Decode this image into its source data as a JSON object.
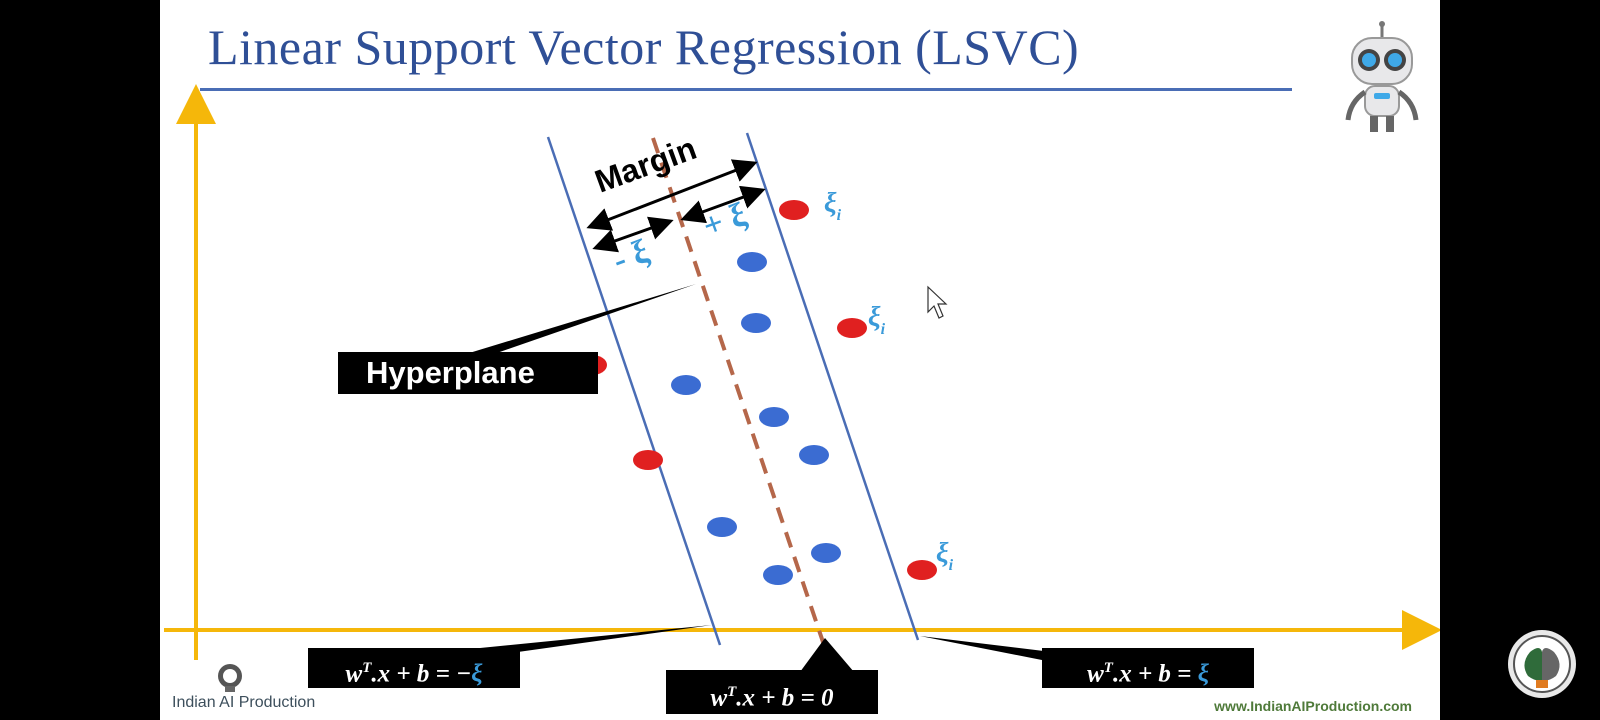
{
  "slide": {
    "title": "Linear Support Vector Regression (LSVC)",
    "labels": {
      "margin": "Margin",
      "minus_xi": "- ξ",
      "plus_xi": "+ ξ",
      "xi_i": "ξ",
      "xi_sub": "i",
      "hyperplane": "Hyperplane"
    },
    "equations": {
      "left_prefix": "w",
      "left_sup": "T",
      "left_mid": ".x + b = −",
      "left_xi": "ξ",
      "middle_prefix": "w",
      "middle_sup": "T",
      "middle_rest": ".x + b = 0",
      "right_prefix": "w",
      "right_sup": "T",
      "right_mid": ".x + b = ",
      "right_xi": "ξ"
    },
    "footer": {
      "brand_left": "Indian AI Production",
      "brand_right": "www.IndianAIProduction.com"
    },
    "colors": {
      "title": "#2f4f96",
      "axis": "#f5b70a",
      "boundary_line": "#4a6db5",
      "hyperplane": "#b5674a",
      "inner_point": "#3b6cd2",
      "outlier_point": "#e02020",
      "xi_label": "#3a9ad9"
    },
    "icons": [
      "robot-mascot-icon",
      "channel-logo-icon",
      "lightbulb-logo-icon",
      "cursor-icon"
    ]
  }
}
